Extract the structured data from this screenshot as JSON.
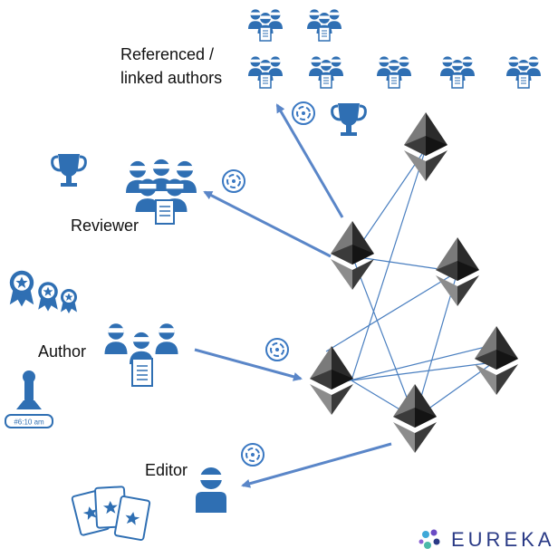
{
  "labels": {
    "referenced_line1": "Referenced /",
    "referenced_line2": "linked authors",
    "reviewer": "Reviewer",
    "author": "Author",
    "editor": "Editor",
    "stamp_text": "#6:10 am"
  },
  "logo": {
    "text": "EUREKA",
    "icon": "eureka-swirl-icon"
  },
  "colors": {
    "people_blue": "#2f6fb3",
    "arrow_blue": "#5a86c8",
    "network_line": "#4a7fc0",
    "token_blue": "#3a78c2",
    "diamond_dark": "#2b2b2b",
    "logo_navy": "#2a3a86"
  }
}
